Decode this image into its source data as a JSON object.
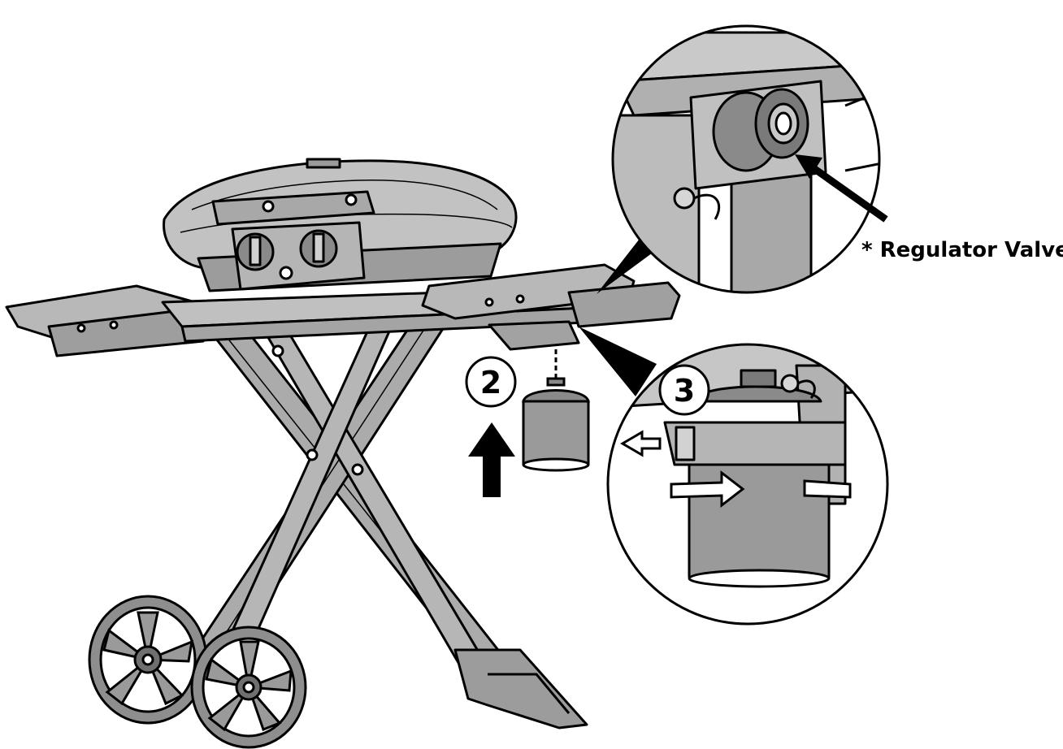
{
  "callouts": {
    "valve_label": "* Regulator Valve",
    "step_two": "2",
    "step_three": "3"
  },
  "colors": {
    "line": "#000000",
    "body": "#ababab",
    "body_light": "#c4c4c4",
    "body_dark": "#8e8e8e",
    "canister": "#9a9a9a",
    "background": "#ffffff"
  },
  "icons": {
    "lift_arrow": "arrow-up-icon",
    "release_arrow": "arrow-left-icon",
    "twist_arrow": "rotate-arrow-icon"
  }
}
